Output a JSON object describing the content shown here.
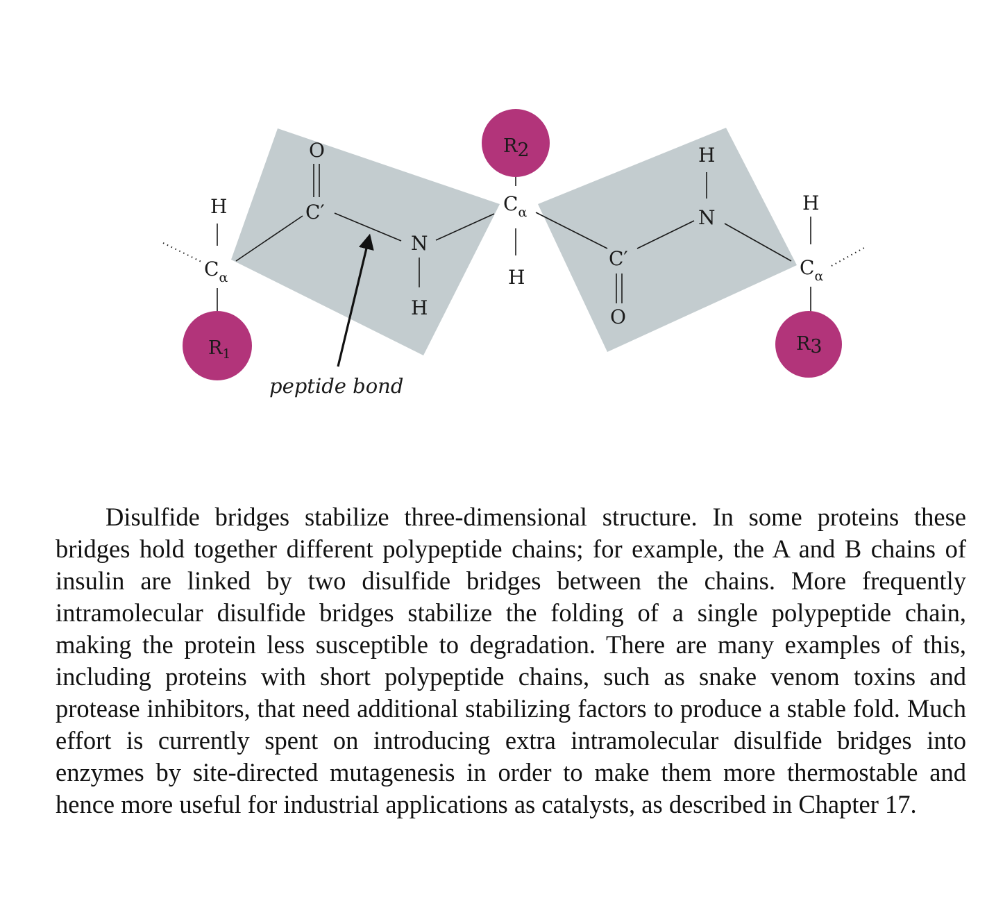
{
  "figure": {
    "atoms": {
      "H": "H",
      "N": "N",
      "O": "O",
      "C_prime": "C′",
      "C": "C",
      "alpha": "α"
    },
    "r_groups": {
      "r1": {
        "letter": "R",
        "index": "1"
      },
      "r2": {
        "letter": "R",
        "index": "2"
      },
      "r3": {
        "letter": "R",
        "index": "3"
      }
    },
    "caption": "peptide bond",
    "colors": {
      "plane": "#c3cccf",
      "r_group": "#b2347a"
    }
  },
  "body": {
    "paragraph": "Disulfide bridges stabilize three-dimensional structure. In some proteins these bridges hold together different polypeptide chains; for example, the A and B chains of insulin are linked by two disulfide bridges between the chains. More frequently intramolecular disulfide bridges stabilize the folding of a single polypeptide chain, making the protein less susceptible to degradation. There are many examples of this, including proteins with short polypeptide chains, such as snake venom toxins and protease inhibitors, that need additional stabilizing factors to produce a stable fold. Much effort is currently spent on introducing extra intramolecular disulfide bridges into enzymes by site-directed mutagenesis in order to make them more thermostable and hence more useful for industrial applications as catalysts, as described in Chapter 17."
  }
}
